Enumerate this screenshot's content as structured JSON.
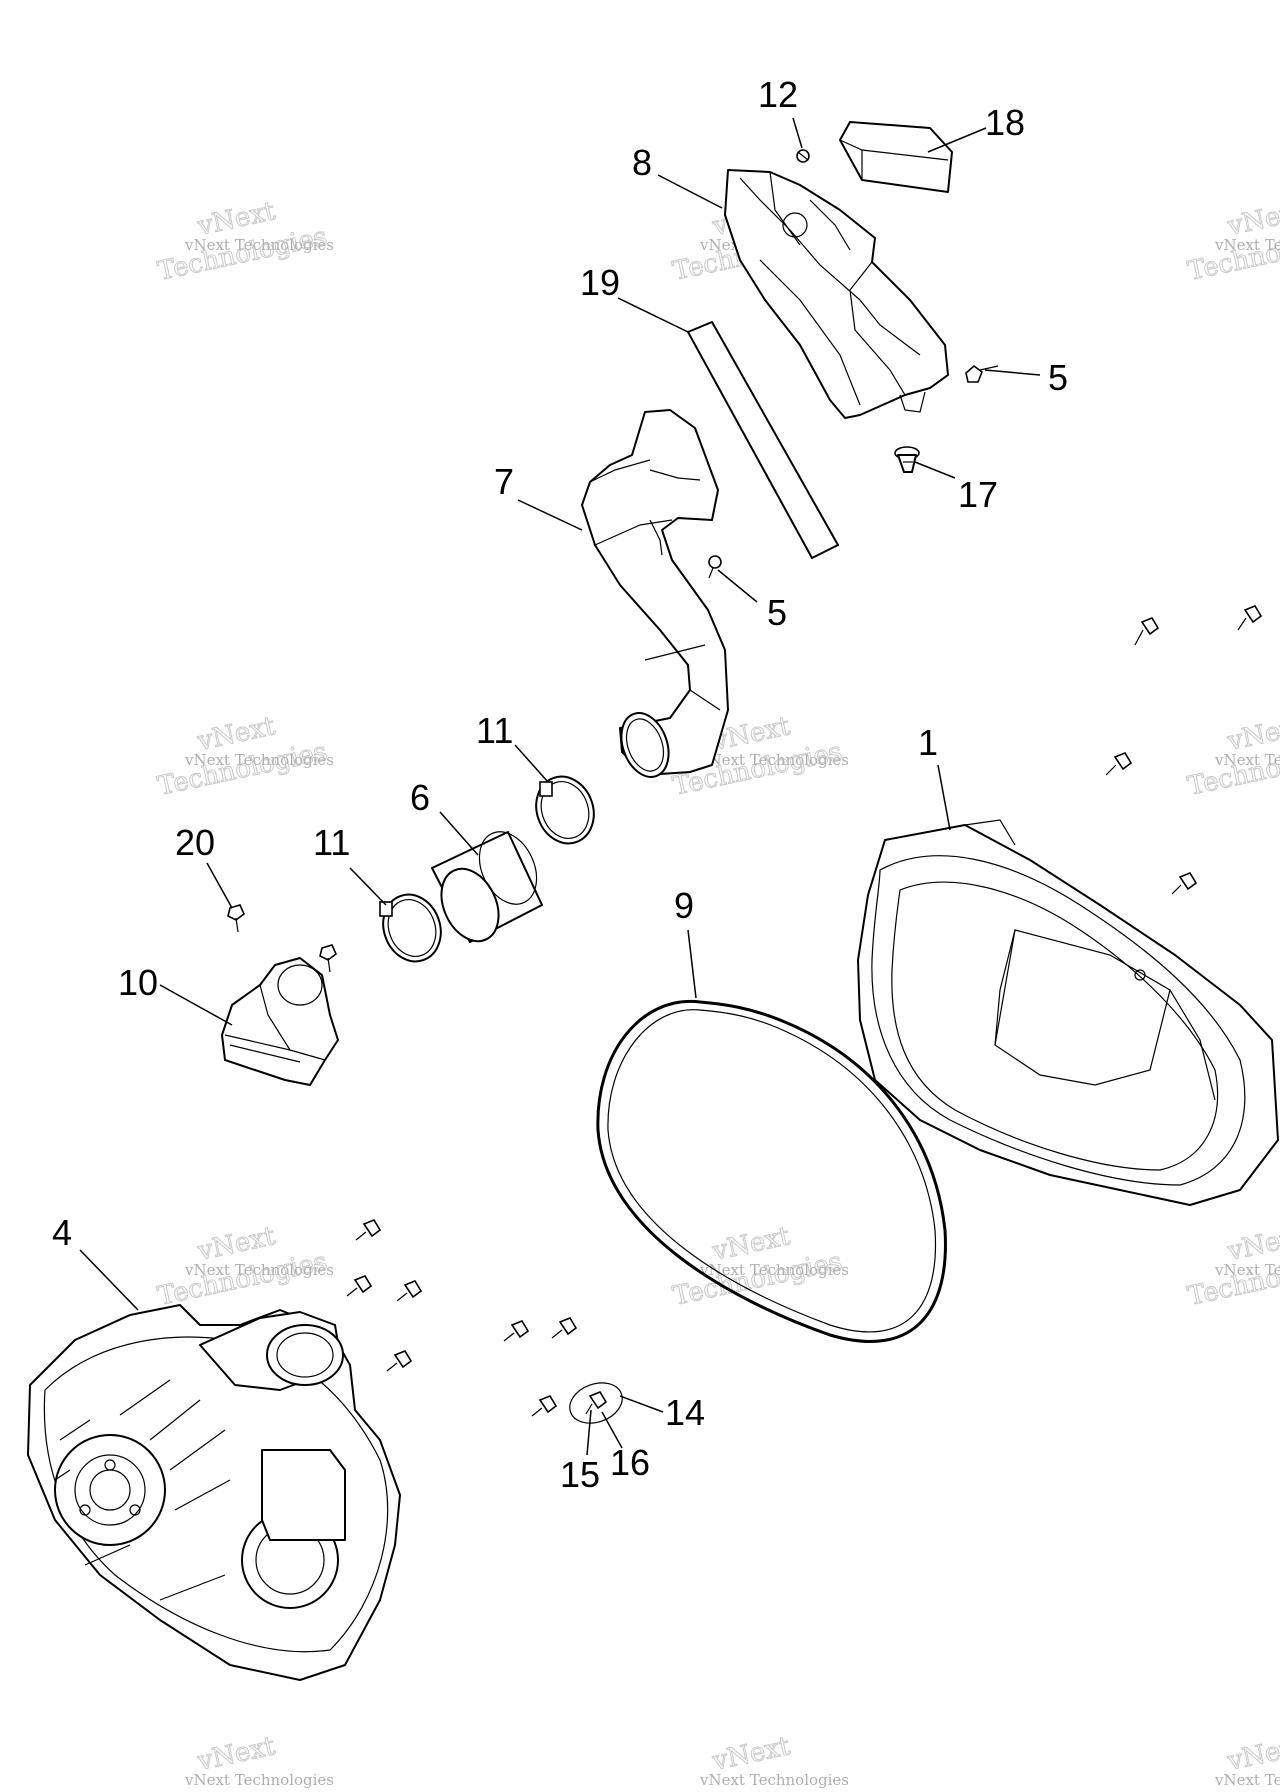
{
  "diagram": {
    "watermark_line1": "vNext",
    "watermark_line2": "vNext Technologies",
    "watermark_line3": "Technologies",
    "callouts": {
      "c1": "1",
      "c4": "4",
      "c5a": "5",
      "c5b": "5",
      "c6": "6",
      "c7": "7",
      "c8": "8",
      "c9": "9",
      "c10": "10",
      "c11a": "11",
      "c11b": "11",
      "c12": "12",
      "c14": "14",
      "c15": "15",
      "c16": "16",
      "c17": "17",
      "c18": "18",
      "c19": "19",
      "c20": "20"
    }
  }
}
